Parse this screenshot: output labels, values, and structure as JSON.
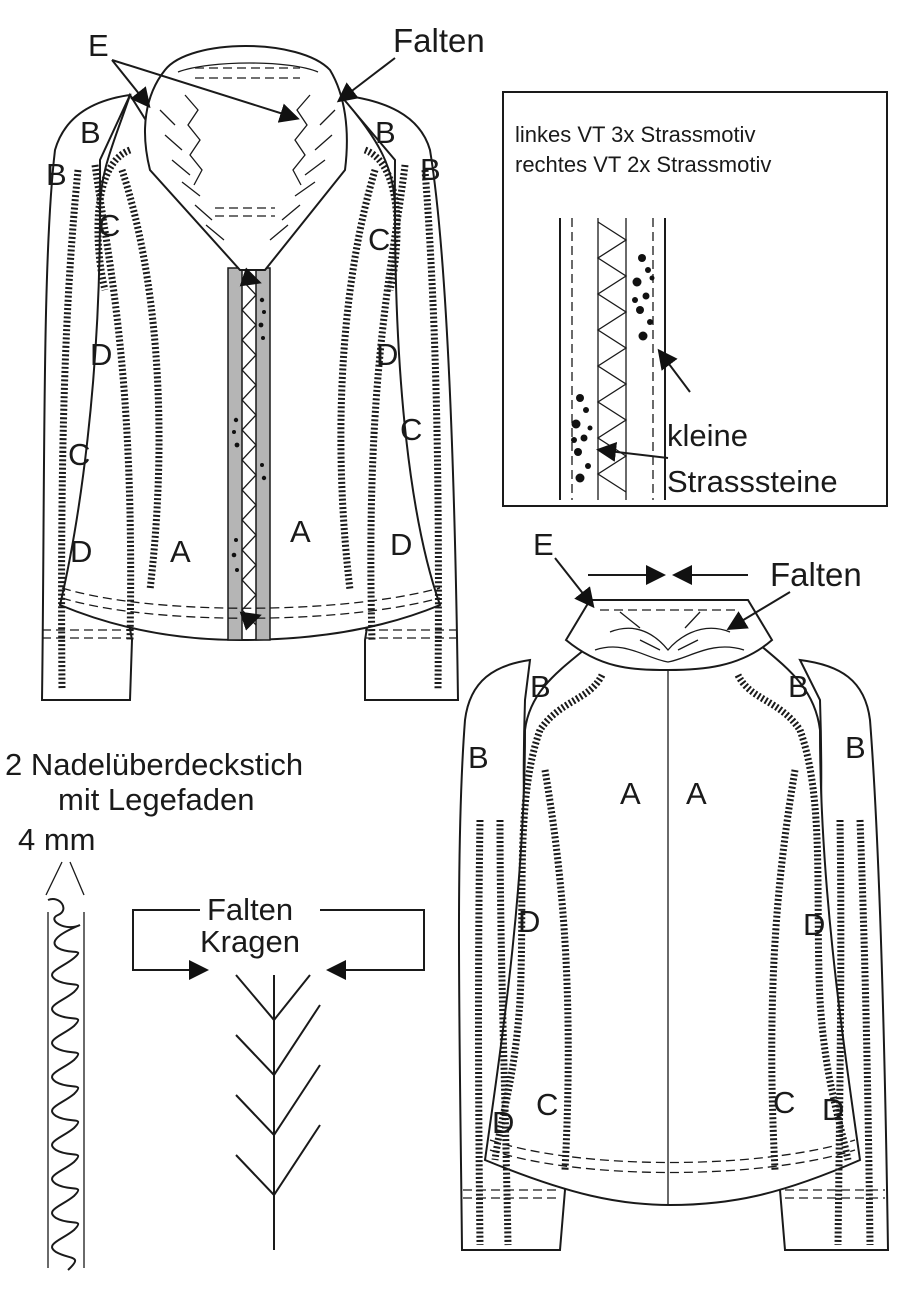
{
  "labels": {
    "a": "A",
    "b": "B",
    "c": "C",
    "d": "D",
    "e": "E"
  },
  "callouts": {
    "falten": "Falten"
  },
  "inset": {
    "line1": "linkes VT 3x Strassmotiv",
    "line2": "rechtes VT 2x Strassmotiv",
    "stones_line1": "kleine",
    "stones_line2": "Strasssteine"
  },
  "stitch_note": {
    "line1": "2 Nadelüberdeckstich",
    "line2": "mit Legefaden",
    "width": "4 mm"
  },
  "collar_detail": {
    "line1": "Falten",
    "line2": "Kragen"
  },
  "colors": {
    "ink": "#1a1a1a",
    "placket_fill": "#b5b5b5",
    "paper": "#ffffff"
  }
}
